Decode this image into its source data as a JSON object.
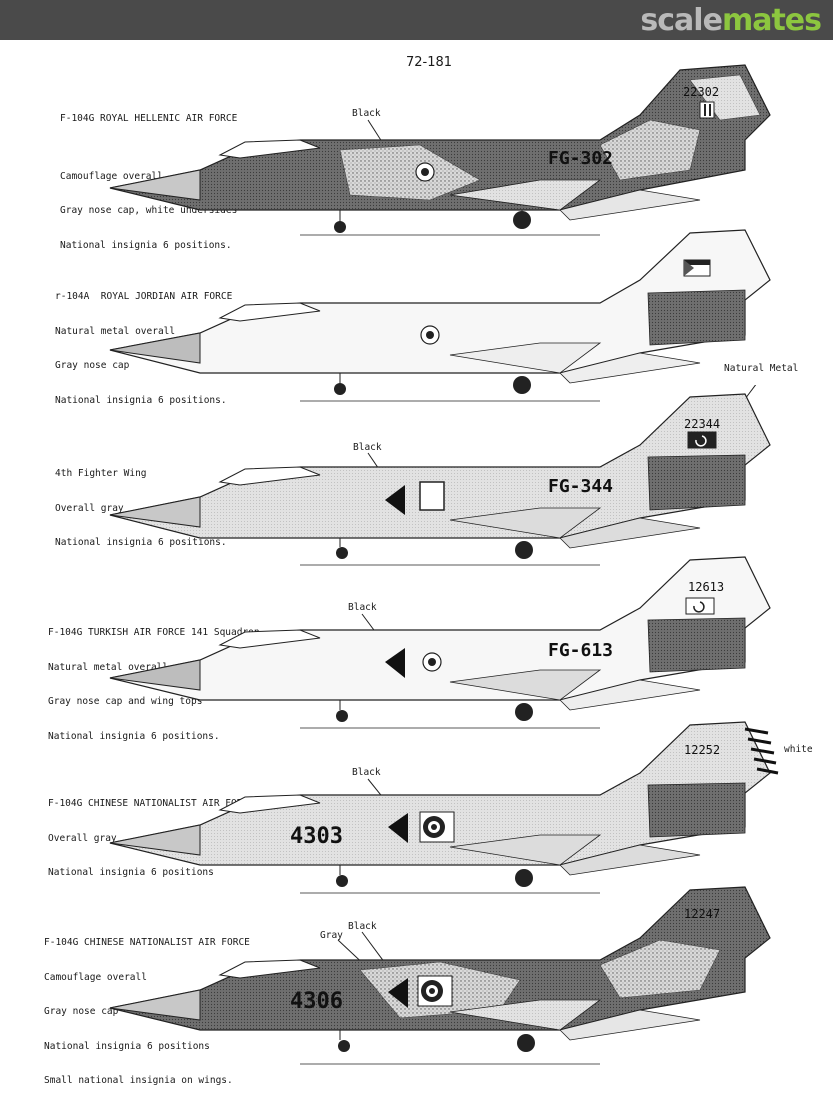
{
  "header": {
    "brand_a": "scale",
    "brand_b": "mates",
    "page_number": "72-181"
  },
  "aircraft": [
    {
      "notes": [
        "F-104G ROYAL HELLENIC AIR FORCE",
        "",
        "Camouflage overall",
        "Gray nose cap, white undersides",
        "National insignia 6 positions."
      ],
      "callouts": [
        "Black"
      ],
      "fuselage_code": "FG-302",
      "tail_number": "22302",
      "scheme": "camo"
    },
    {
      "notes": [
        "r-104A  ROYAL JORDIAN AIR FORCE",
        "Natural metal overall",
        "Gray nose cap",
        "National insignia 6 positions."
      ],
      "callouts": [],
      "fuselage_code": "",
      "tail_number": "",
      "scheme": "metal"
    },
    {
      "notes": [
        "4th Fighter Wing",
        "Overall gray",
        "National insignia 6 positions."
      ],
      "callouts": [
        "Black",
        "Natural Metal"
      ],
      "fuselage_code": "FG-344",
      "tail_number": "22344",
      "scheme": "gray"
    },
    {
      "notes": [
        "F-104G TURKISH AIR FORCE 141 Squadron",
        "Natural metal overall",
        "Gray nose cap and wing tops",
        "National insignia 6 positions."
      ],
      "callouts": [
        "Black"
      ],
      "fuselage_code": "FG-613",
      "tail_number": "12613",
      "scheme": "metal"
    },
    {
      "notes": [
        "F-104G CHINESE NATIONALIST AIR FORCE",
        "Overall gray",
        "National insignia 6 positions"
      ],
      "callouts": [
        "Black",
        "white"
      ],
      "fuselage_code": "4303",
      "tail_number": "12252",
      "scheme": "gray"
    },
    {
      "notes": [
        "F-104G CHINESE NATIONALIST AIR FORCE",
        "Camouflage overall",
        "Gray nose cap",
        "National insignia 6 positions",
        "Small national insignia on wings."
      ],
      "callouts": [
        "Gray",
        "Black"
      ],
      "fuselage_code": "4306",
      "tail_number": "12247",
      "scheme": "camo"
    }
  ]
}
